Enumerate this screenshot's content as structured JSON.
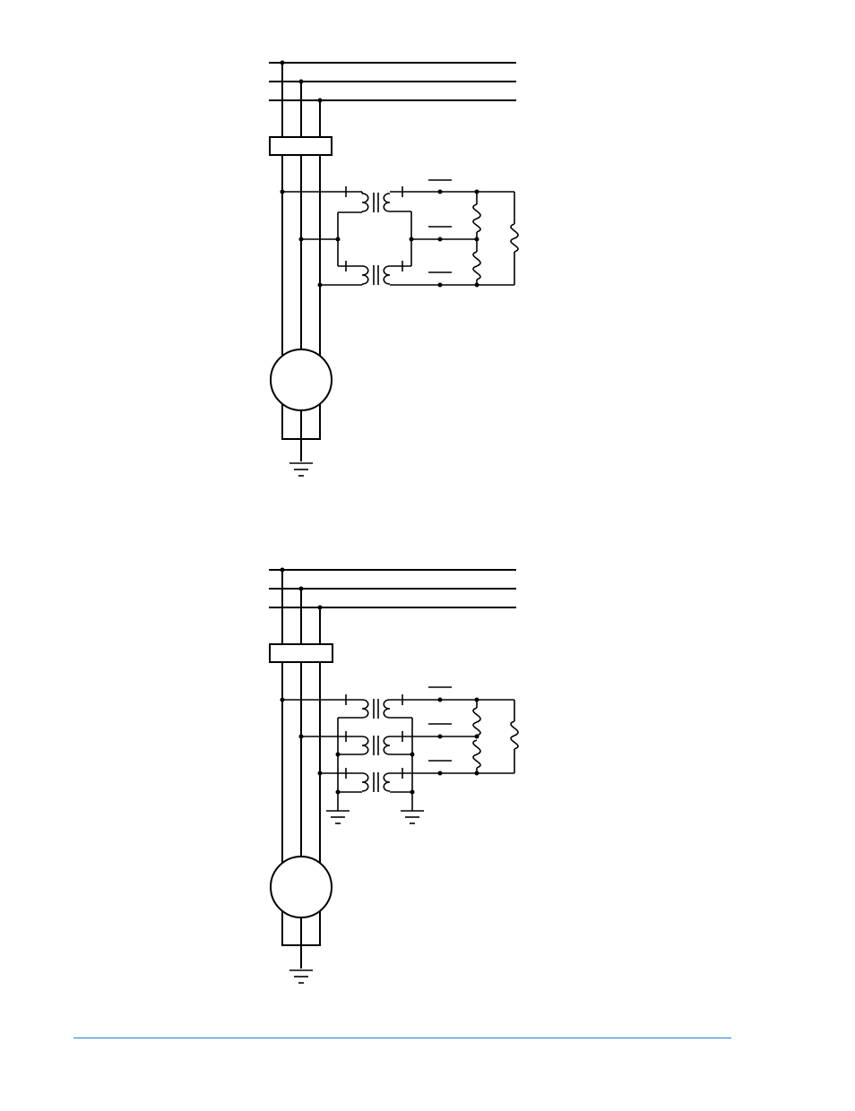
{
  "diagrams": [
    {
      "id": "open-delta-vt-connection",
      "vt_count": 2,
      "relay_coils": [
        "lower-left",
        "lower-right",
        "upper-right"
      ]
    },
    {
      "id": "wye-vt-connection",
      "vt_count": 3,
      "relay_coils": [
        "lower-left",
        "lower-right",
        "upper-right"
      ]
    }
  ],
  "colors": {
    "lines": "#000000",
    "footer_rule": "#1f7fd0",
    "background": "#ffffff"
  }
}
